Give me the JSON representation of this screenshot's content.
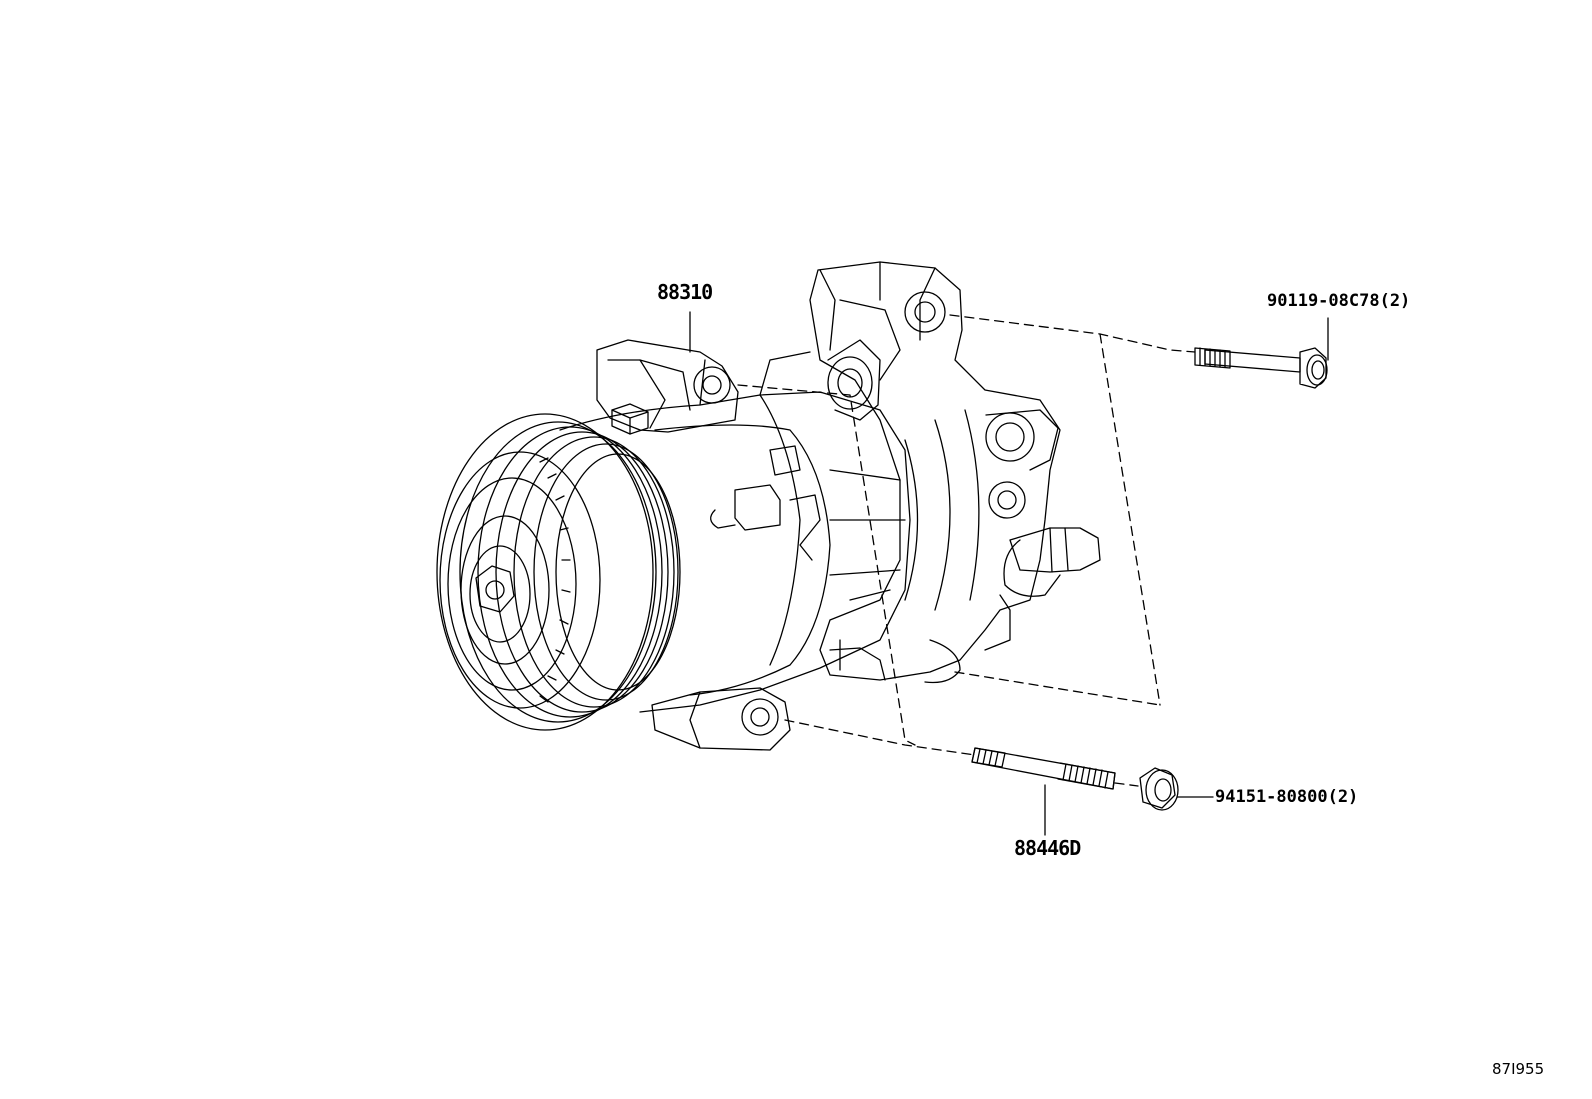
{
  "parts": {
    "compressor": "88310",
    "bolt": "90119-08C78(2)",
    "stud": "88446D",
    "nut": "94151-80800(2)"
  },
  "figure_ref": "87I955",
  "colors": {
    "line": "#000000",
    "background": "#ffffff"
  }
}
